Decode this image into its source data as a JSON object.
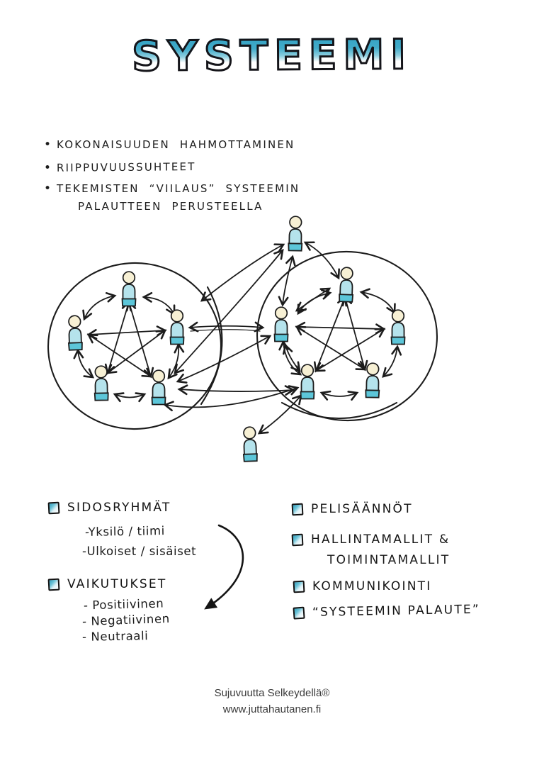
{
  "title": "SYSTEEMI",
  "bullet_char": "•",
  "bullets": {
    "item1": "KOKONAISUUDEN HAHMOTTAMINEN",
    "item2": "RIIPPUVUUSSUHTEET",
    "item3_line1": "TEKEMISTEN “VIILAUS” SYSTEEMIN",
    "item3_line2": "PALAUTTEEN PERUSTEELLA"
  },
  "left_list": {
    "group1": {
      "label": "SIDOSRYHMÄT",
      "sub1": "-Yksilö / tiimi",
      "sub2": "-Ulkoiset / sisäiset"
    },
    "group2": {
      "label": "VAIKUTUKSET",
      "sub1": "- Positiivinen",
      "sub2": "- Negatiivinen",
      "sub3": "- Neutraali"
    }
  },
  "right_list": {
    "item1": "PELISÄÄNNÖT",
    "item2_line1": "HALLINTAMALLIT &",
    "item2_line2": "TOIMINTAMALLIT",
    "item3": "KOMMUNIKOINTI",
    "item4": "“SYSTEEMIN PALAUTE”"
  },
  "footer": {
    "line1": "Sujuvuutta Selkeydellä®",
    "line2": "www.juttahautanen.fi"
  },
  "diagram": {
    "type": "hand-drawn system sketch",
    "left_team_members": 5,
    "right_team_members": 5,
    "external_members": [
      "top-person",
      "bottom-person"
    ],
    "internal_connections": "pentagram chords plus ring of curved double-headed arrows inside each circle",
    "cross_connections": "double-headed arrows between the two circles and the external persons"
  },
  "colors": {
    "background": "#ffffff",
    "ink": "#1c1c1c",
    "title_fill": "#2f9fc4",
    "person_head": "#f7f0d4",
    "person_body": "#b5e3ec",
    "person_base": "#5cc6d9",
    "checkbox_teal": "#2f9fbd",
    "footer_text": "#3a3a3a"
  }
}
